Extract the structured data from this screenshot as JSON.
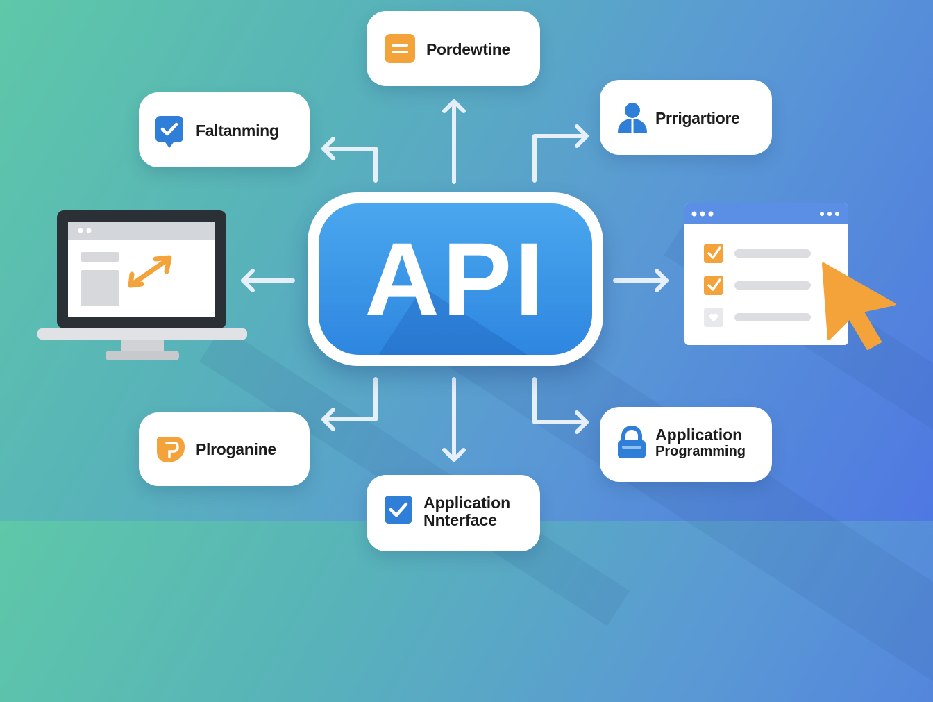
{
  "colors": {
    "api_blue": "#2e86e0",
    "accent_orange": "#f4a23a",
    "icon_blue": "#2f7fd8",
    "card_white": "#ffffff",
    "arrow": "#e8f1fb"
  },
  "center": {
    "label": "API"
  },
  "nodes": {
    "top": {
      "label": "Pordewtine",
      "icon": "list-icon"
    },
    "top_left": {
      "label": "Faltanming",
      "icon": "checkbox-icon"
    },
    "top_right": {
      "label": "Prrigartiore",
      "icon": "user-icon"
    },
    "bottom_left": {
      "label": "Plroganine",
      "icon": "shield-icon"
    },
    "bottom_right": {
      "line1": "Application",
      "line2": "Programming",
      "icon": "lock-icon"
    },
    "bottom": {
      "line1": "Application",
      "line2": "Nnterface",
      "icon": "checkbox-icon"
    }
  },
  "side_left": {
    "icon": "laptop-icon"
  },
  "side_right": {
    "icon": "browser-checklist-icon",
    "cursor": "cursor-icon"
  }
}
